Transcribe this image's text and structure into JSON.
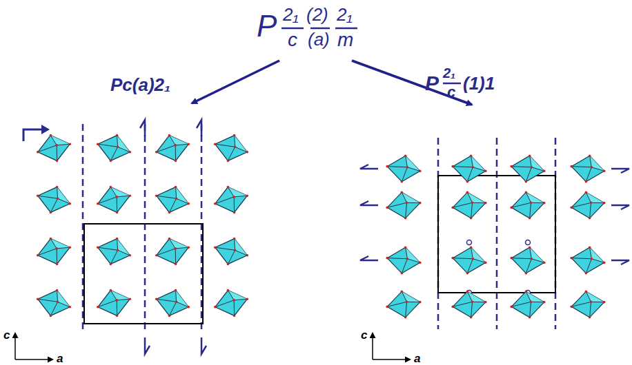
{
  "diagram": {
    "labels": [
      "P",
      "2₁",
      "c",
      "(2)",
      "(a)",
      "2₁",
      "m",
      "Pc(a)2₁",
      "P",
      "2₁",
      "c",
      "(1)1",
      "c",
      "a",
      "c",
      "a"
    ]
  }
}
